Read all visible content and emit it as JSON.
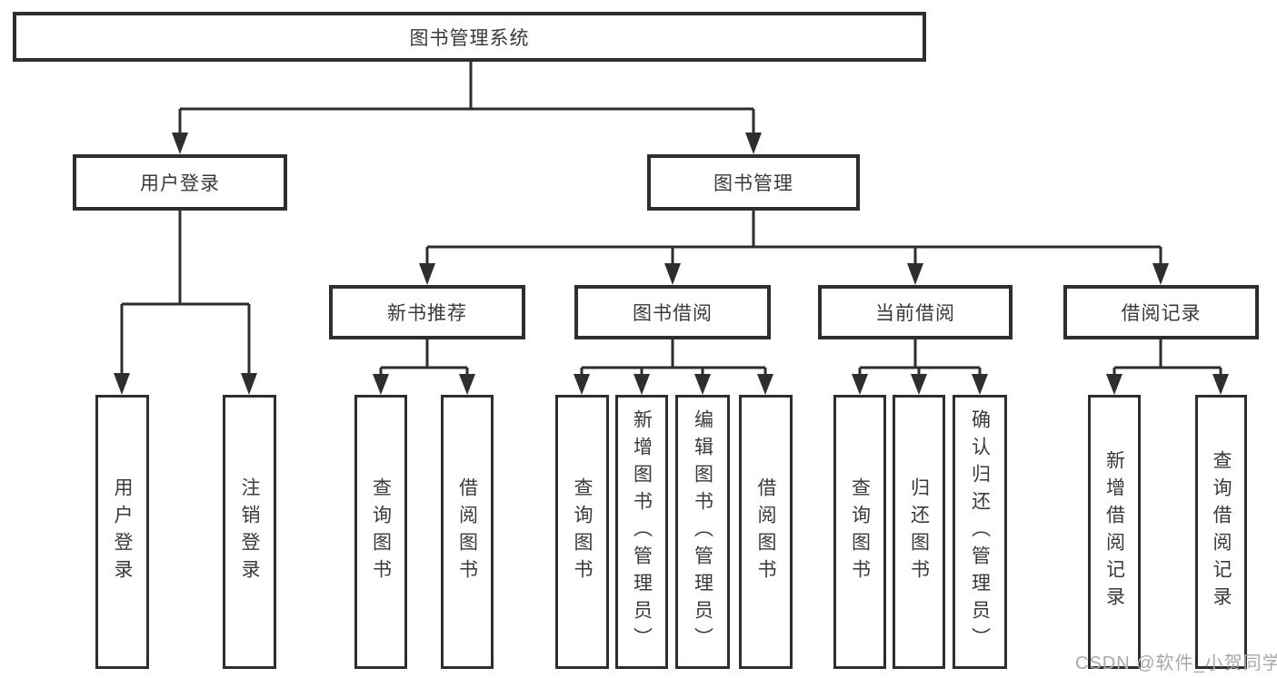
{
  "diagram": {
    "title": "图书管理系统",
    "root": "图书管理系统",
    "level2": [
      "用户登录",
      "图书管理"
    ],
    "level3": [
      "新书推荐",
      "图书借阅",
      "当前借阅",
      "借阅记录"
    ],
    "user_login_children": [
      "用户登录",
      "注销登录"
    ],
    "new_book_children": [
      "查询图书",
      "借阅图书"
    ],
    "book_borrow_children": [
      "查询图书",
      "新增图书（管理员）",
      "编辑图书（管理员）",
      "借阅图书"
    ],
    "current_borrow_children": [
      "查询图书",
      "归还图书",
      "确认归还（管理员）"
    ],
    "records_children": [
      "新增借阅记录",
      "查询借阅记录"
    ]
  },
  "watermark": "CSDN @软件_小贺同学",
  "colors": {
    "line": "#2e2e2e",
    "box_border": "#2e2e2e",
    "text": "#3a3a3a",
    "watermark": "#a9a9a9",
    "background": "#ffffff"
  }
}
